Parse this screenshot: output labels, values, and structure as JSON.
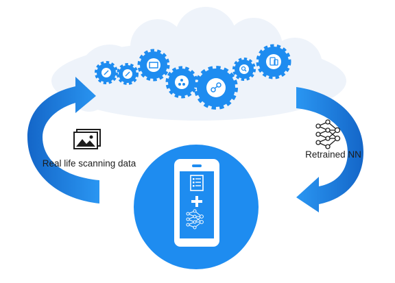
{
  "labels": {
    "real_life_data": "Real life scanning data",
    "retrained_nn": "Retrained NN"
  },
  "icons": [
    "cloud",
    "gear-icon",
    "photo-stack-icon",
    "neural-network-icon",
    "smartphone",
    "checklist-icon",
    "plus-icon",
    "cycle-arrow-icon"
  ],
  "colors": {
    "primary_blue": "#1e8cf0",
    "dark_blue": "#1466c8",
    "cloud": "#eef3fa",
    "cloud_edge": "#dde6f2",
    "text": "#1c1c1c"
  }
}
